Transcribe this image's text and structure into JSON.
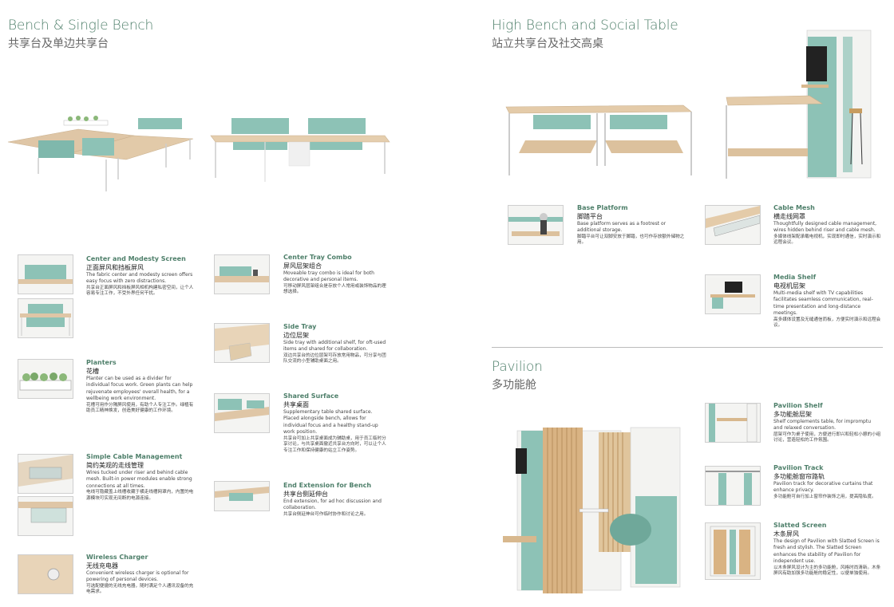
{
  "left": {
    "title": "Bench & Single Bench",
    "subtitle": "共享台及单边共享台",
    "features_col1": [
      {
        "title": "Center and Modesty Screen",
        "cn": "正面屏风和挡板屏风",
        "body": "The fabric center and modesty screen offers easy focus with zero distractions.",
        "body_cn": "共享台正面屏风和挡板屏风相机构建私密空间，让个人容易专注工作，不受外界任何干扰。"
      },
      {
        "title": "Planters",
        "cn": "花槽",
        "body": "Planter can be used as a divider for individual focus work. Green plants can help rejuvenate employees' overall health, for a wellbeing work environment.",
        "body_cn": "花槽可用作分隔屏风使用，有助个人专注工作。绿植有助员工精神焕发，创造美好健康的工作环境。"
      },
      {
        "title": "Simple Cable Management",
        "cn": "简约美观的走线管理",
        "body": "Wires tucked under riser and behind cable mesh. Built-in power modules enable strong connections at all times.",
        "body_cn": "电线可隐藏盖上线槽收藏于横走线槽网罩内，内置的电源模块可实现无间断的电源连接。"
      },
      {
        "title": "Wireless Charger",
        "cn": "无线充电器",
        "body": "Convenient wireless charger is optional for powering of personal devices.",
        "body_cn": "可选配便捷的无线充电器，随时满足个人通讯设备的充电需求。"
      }
    ],
    "features_col2": [
      {
        "title": "Center Tray Combo",
        "cn": "屏风层架组合",
        "body": "Moveable tray combo is ideal for both decorative and personal items.",
        "body_cn": "可移动屏风层架组合是存放个人常用或装饰物品的理想选择。"
      },
      {
        "title": "Side Tray",
        "cn": "边位层架",
        "body": "Side tray with additional shelf, for oft-used items and shared for collaboration.",
        "body_cn": "双边共享台的边位层架可存放常用物品，可分享与团队交流的小型辅助桌面之用。"
      },
      {
        "title": "Shared Surface",
        "cn": "共享桌面",
        "body": "Supplementary table shared surface. Placed alongside bench, allows for individual focus and a healthy stand-up work position.",
        "body_cn": "共享台可加上共享桌面成为辅助桌，用于员工临时分享讨论，与共享桌面撤近共享台方向时，可以让个人专注工作和保持健康的站立工作姿势。"
      },
      {
        "title": "End Extension for Bench",
        "cn": "共享台侧延伸台",
        "body": "End extension, for ad hoc discussion and collaboration.",
        "body_cn": "共享台侧延伸台可作临时协作和讨论之用。"
      }
    ]
  },
  "right": {
    "title": "High Bench and Social Table",
    "subtitle": "站立共享台及社交高桌",
    "features": [
      {
        "title": "Base Platform",
        "cn": "脚踏平台",
        "body": "Base platform serves as a footrest or additional storage.",
        "body_cn": "脚踏平台可让双脚安放于脚踏，也可作存放额外储物之用。"
      },
      {
        "title": "Cable Mesh",
        "cn": "横走线网罩",
        "body": "Thoughtfully designed cable management, wires hidden behind riser and cable mesh.",
        "body_cn": "多媒体线架配承载电视机，实现即时通信，实时演示和远程会议。"
      },
      {
        "title": "Media Shelf",
        "cn": "电视机层架",
        "body": "Multi-media shelf with TV capabilities facilitates seamless communication, real-time presentation and long-distance meetings.",
        "body_cn": "高多媒体设置及无缝通信而板，方便实时演示和远程会议。"
      }
    ],
    "pavilion": {
      "title": "Pavilion",
      "subtitle": "多功能舱",
      "features": [
        {
          "title": "Pavilion Shelf",
          "cn": "多功能舱层架",
          "body": "Shelf complements table, for impromptu and relaxed conversation.",
          "body_cn": "层架可作为桌子使用，方便进行即兴和轻松小憩的小组讨论，营造轻松的工作氛围。"
        },
        {
          "title": "Pavilion Track",
          "cn": "多功能舱窗帘路轨",
          "body": "Pavilion track for decorative curtains that enhance privacy.",
          "body_cn": "多功能舱可自行加上窗帘作装饰之用，提高隐私度。"
        },
        {
          "title": "Slatted Screen",
          "cn": "木条屏风",
          "body": "The design of Pavilion with Slatted Screen is fresh and stylish. The Slatted Screen enhances the stability of Pavilion for independent use.",
          "body_cn": "以木条屏风设计为主的多功能舱，风格时尚清新。木条屏风有助加强多功能舱的稳定性，以便单独使用。"
        }
      ]
    }
  }
}
